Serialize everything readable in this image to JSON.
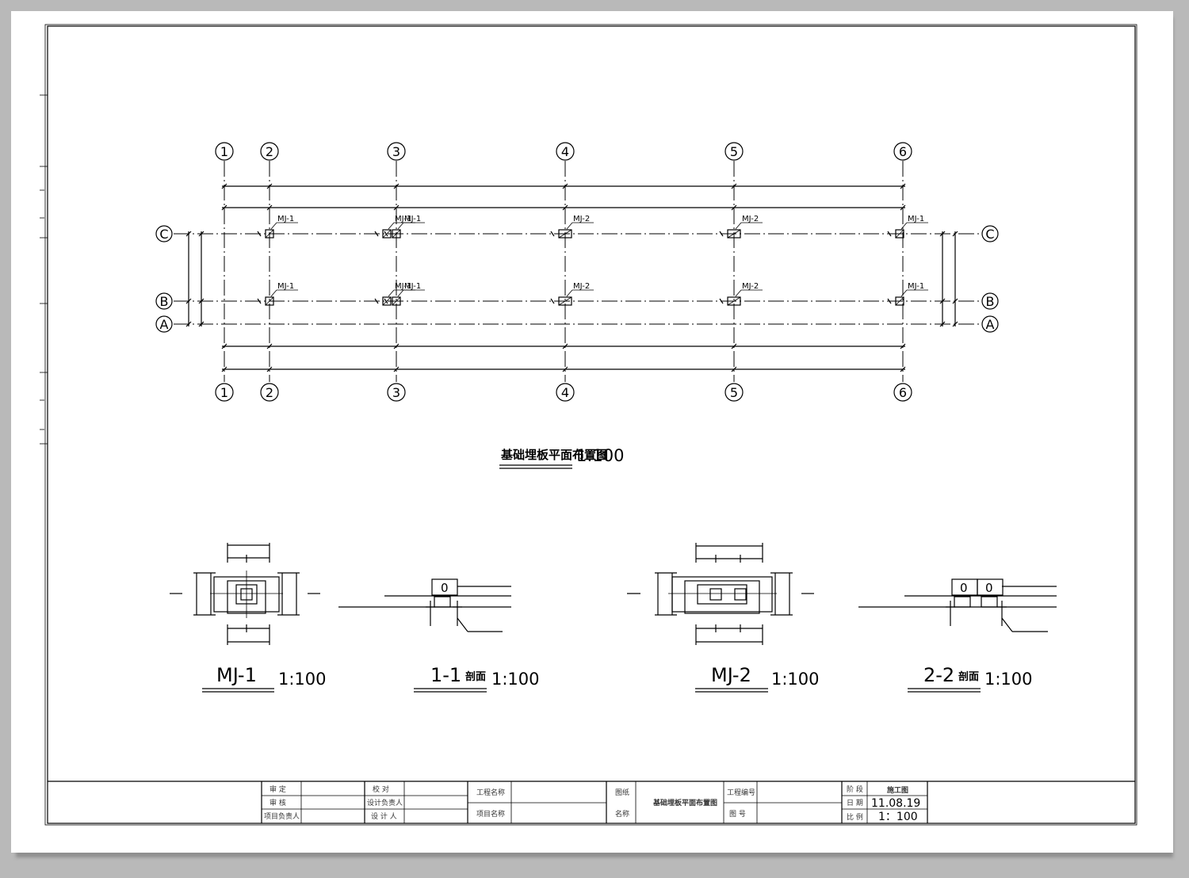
{
  "plan": {
    "title": "基础埋板平面布置图",
    "scale": "1:100",
    "col_axes": [
      "1",
      "2",
      "3",
      "4",
      "5",
      "6"
    ],
    "row_axes": [
      "C",
      "B",
      "A"
    ],
    "plate_labels": {
      "mj1": "MJ-1",
      "mj2": "MJ-2"
    }
  },
  "details": [
    {
      "title": "MJ-1",
      "scale": "1:100"
    },
    {
      "title": "1-1",
      "suffix": "剖面",
      "scale": "1:100"
    },
    {
      "title": "MJ-2",
      "scale": "1:100"
    },
    {
      "title": "2-2",
      "suffix": "剖面",
      "scale": "1:100"
    }
  ],
  "section_bolt_labels": [
    "0",
    "0",
    "0"
  ],
  "title_block": {
    "approve": "审  定",
    "review": "审  核",
    "project_lead": "项目负责人",
    "check": "校  对",
    "design_lead": "设计负责人",
    "designer": "设 计 人",
    "project_name": "工程名称",
    "item_name": "项目名称",
    "drawing_label_1": "图纸",
    "drawing_label_2": "名称",
    "drawing_name": "基础埋板平面布置图",
    "project_no": "工程编号",
    "drawing_no": "图  号",
    "stage_label": "阶 段",
    "stage_value": "施工图",
    "date_label": "日 期",
    "date_value": "11.08.19",
    "scale_label": "比 例",
    "scale_value": "1：100"
  }
}
